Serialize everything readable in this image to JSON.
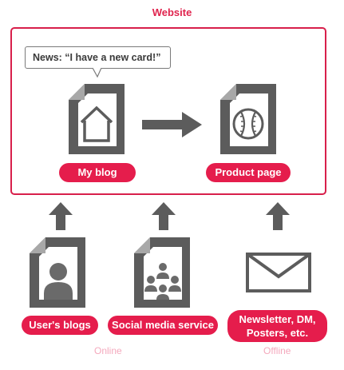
{
  "title": "Website",
  "callout": "News: “I have a new card!”",
  "labels": {
    "my_blog": "My blog",
    "product_page": "Product page",
    "users_blogs": "User's blogs",
    "social_media": "Social media service",
    "newsletter_line1": "Newsletter, DM,",
    "newsletter_line2": "Posters, etc."
  },
  "footer": {
    "online": "Online",
    "offline": "Offline"
  },
  "colors": {
    "accent": "#e51d4c",
    "icon_gray": "#5c5c5c",
    "footer_pink": "#f4a9bd"
  },
  "icons": [
    "document-house-icon",
    "arrow-right-icon",
    "document-baseball-icon",
    "arrow-up-icon",
    "document-user-icon",
    "document-group-icon",
    "envelope-icon"
  ]
}
